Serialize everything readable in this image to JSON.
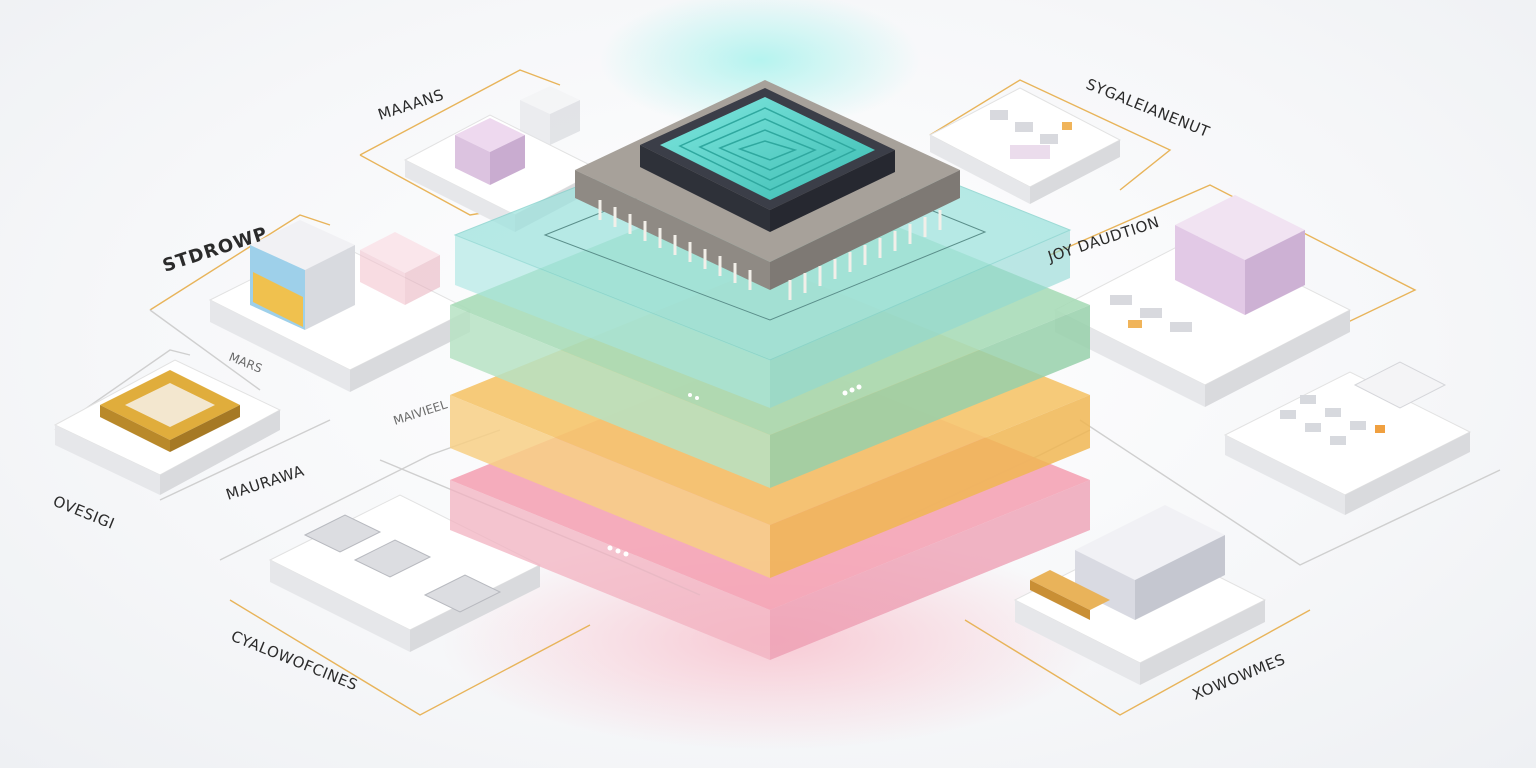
{
  "diagram": {
    "labels": {
      "top_left": "MAAANS",
      "upper_left": "STDROWP",
      "left": "OVESIGI",
      "left_small_1": "MARS",
      "left_small_2": "MAURAWA",
      "left_small_3": "MAIVIEEL",
      "bottom_left": "CYALOWOFCINES",
      "top_right": "SYGALEIANENUT",
      "upper_right": "JOY DAUDTION",
      "bottom_right": "XOWOWMES"
    },
    "colors": {
      "teal_layer": "#9fe3de",
      "green_layer": "#a9dcb8",
      "orange_layer": "#f5c46a",
      "pink_layer": "#f4a3b5",
      "chip_body": "#a7a19a",
      "chip_die": "#5fd6cc",
      "connector": "#e8b45a"
    }
  }
}
